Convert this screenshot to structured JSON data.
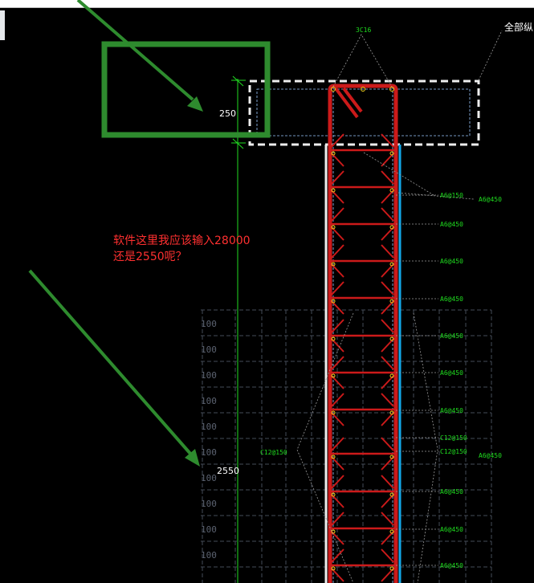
{
  "drawing": {
    "beam_height_dim": "250",
    "column_height_dim": "2550",
    "top_bars_label": "3C16",
    "all_longitudinal_label": "全部纵",
    "question_line1": "软件这里我应该输入28000",
    "question_line2": "还是2550呢？",
    "grid_label": "100",
    "stirrup_labels": [
      "A6@150",
      "A6@450",
      "A6@450",
      "A6@450",
      "A6@450",
      "A6@450",
      "A6@450",
      "C12@150",
      "C12@150",
      "A6@450",
      "A6@450",
      "A6@450"
    ],
    "extra_labels": [
      "A6@450",
      "A6@450"
    ],
    "left_side_label": "C12@150"
  },
  "colors": {
    "rebar": "#cc1a1a",
    "dimension": "#22dd22",
    "annotation": "#2e8b2e",
    "column_edge": "#12a8e8"
  }
}
